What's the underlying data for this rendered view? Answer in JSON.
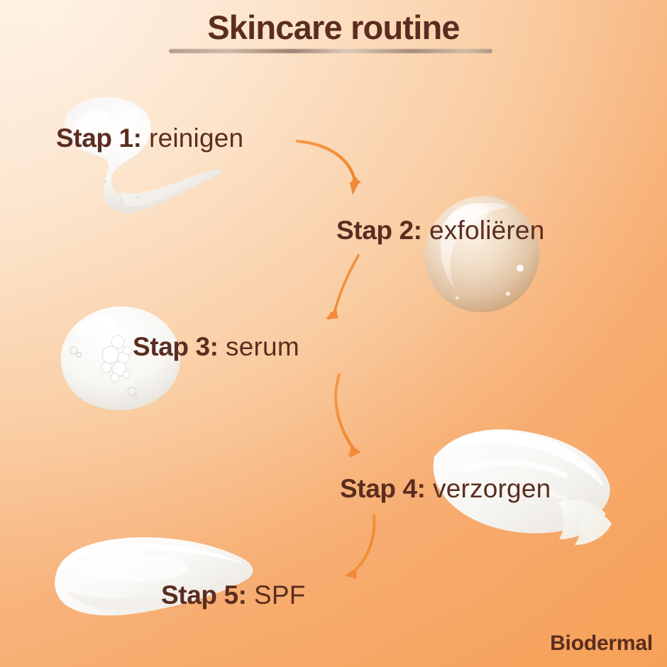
{
  "header": {
    "title": "Skincare routine"
  },
  "brand": {
    "name": "Biodermal"
  },
  "colors": {
    "text_dark_brown": "#5B2D20",
    "arrow_orange": "#F08C3C",
    "background_light": "#FBE3CB",
    "background_deep": "#F8A55E",
    "product_white": "#F6F5F3",
    "product_beige": "#EED9C2",
    "underline_gray": "#A79083"
  },
  "steps": [
    {
      "id": "step-1",
      "lead": "Stap 1:",
      "rest": " reinigen",
      "full": "Stap 1: reinigen",
      "product_art": "white-cleanser-gel-swirl"
    },
    {
      "id": "step-2",
      "lead": "Stap 2:",
      "rest": " exfoliëren",
      "full": "Stap 2: exfoliëren",
      "product_art": "glossy-beige-droplet"
    },
    {
      "id": "step-3",
      "lead": "Stap 3:",
      "rest": " serum",
      "full": "Stap 3: serum",
      "product_art": "white-serum-drop-with-bubbles"
    },
    {
      "id": "step-4",
      "lead": "Stap 4:",
      "rest": " verzorgen",
      "full": "Stap 4: verzorgen",
      "product_art": "white-cream-swatch-strokes"
    },
    {
      "id": "step-5",
      "lead": "Stap 5:",
      "rest": " SPF",
      "full": "Stap 5: SPF",
      "product_art": "white-spf-cream-smear"
    }
  ],
  "connectors": [
    {
      "id": "arrow-1",
      "from": "step-1",
      "to": "step-2",
      "direction": "curve-right-down"
    },
    {
      "id": "arrow-2",
      "from": "step-2",
      "to": "step-3",
      "direction": "curve-left-down"
    },
    {
      "id": "arrow-3",
      "from": "step-3",
      "to": "step-4",
      "direction": "curve-right-down"
    },
    {
      "id": "arrow-4",
      "from": "step-4",
      "to": "step-5",
      "direction": "curve-left-down"
    }
  ]
}
